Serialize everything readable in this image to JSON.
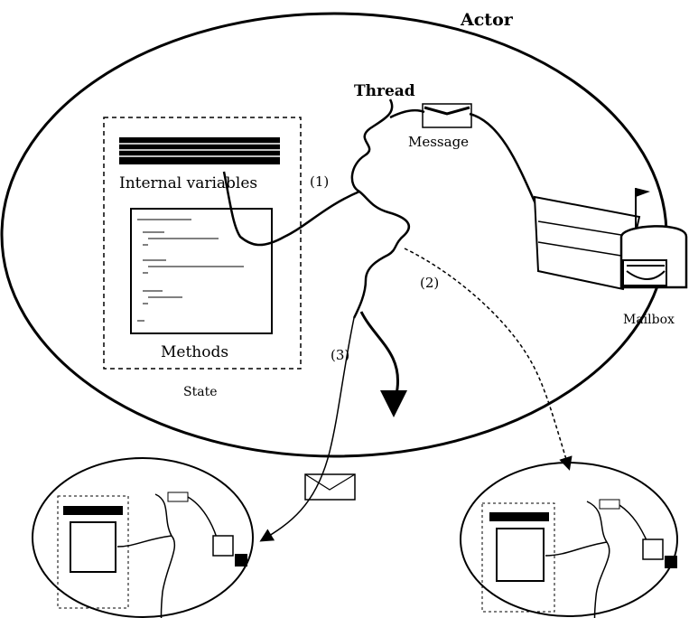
{
  "labels": {
    "actor": "Actor",
    "thread": "Thread",
    "message": "Message",
    "internal_variables": "Internal variables",
    "methods": "Methods",
    "state": "State",
    "mailbox": "Mailbox",
    "step1": "(1)",
    "step2": "(2)",
    "step3": "(3)"
  },
  "colors": {
    "ink": "#000000",
    "background": "#ffffff"
  }
}
